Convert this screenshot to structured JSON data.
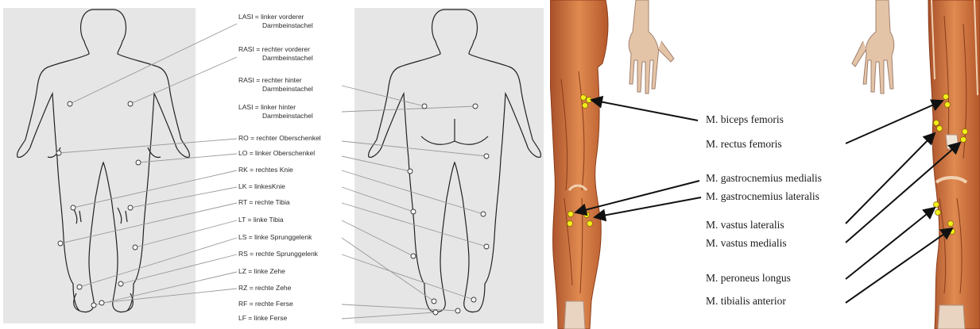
{
  "marker_labels": [
    {
      "line1": "LASI = linker vorderer",
      "line2": "Darmbeinstachel"
    },
    {
      "line1": "RASI = rechter vorderer",
      "line2": "Darmbeinstachel"
    },
    {
      "line1": "RASI = rechter hinter",
      "line2": "Darmbeinstachel"
    },
    {
      "line1": "LASI = linker hinter",
      "line2": "Darmbeinstachel"
    },
    {
      "line1": "RO = rechter Oberschenkel"
    },
    {
      "line1": "LO = linker Oberschenkel"
    },
    {
      "line1": "RK = rechtes Knie"
    },
    {
      "line1": "LK = linkesKnie"
    },
    {
      "line1": "RT = rechte Tibia"
    },
    {
      "line1": "LT = linke Tibia"
    },
    {
      "line1": "LS = linke Sprunggelenk"
    },
    {
      "line1": "RS = rechte Sprunggelenk"
    },
    {
      "line1": "LZ = linke Zehe"
    },
    {
      "line1": "RZ = rechte Zehe"
    },
    {
      "line1": "RF = rechte Ferse"
    },
    {
      "line1": "LF = linke Ferse"
    }
  ],
  "muscle_labels": [
    "M. biceps femoris",
    "M. rectus femoris",
    "M. gastrocnemius medialis",
    "M. gastrocnemius lateralis",
    "M. vastus lateralis",
    "M. vastus medialis",
    "M. peroneus longus",
    "M. tibialis anterior"
  ],
  "colors": {
    "background_box": "#e6e6e6",
    "outline": "#222222",
    "leader_line": "#9a9a9a",
    "muscle": "#d9773e",
    "muscle_dark": "#a8502a",
    "electrode": "#f2ee1a",
    "arrow": "#111111"
  }
}
